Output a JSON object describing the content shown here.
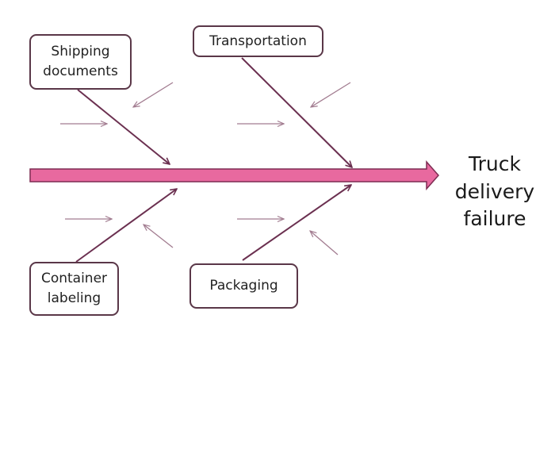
{
  "effect": {
    "label": "Truck\ndelivery\nfailure"
  },
  "causes": {
    "shipping_documents": "Shipping\ndocuments",
    "transportation": "Transportation",
    "container_labeling": "Container\nlabeling",
    "packaging": "Packaging"
  },
  "colors": {
    "spine_fill": "#e8699f",
    "spine_stroke": "#7d2c52",
    "bone": "#6b3050",
    "sub_arrow": "#a27c90",
    "box_border": "#5a3748"
  }
}
